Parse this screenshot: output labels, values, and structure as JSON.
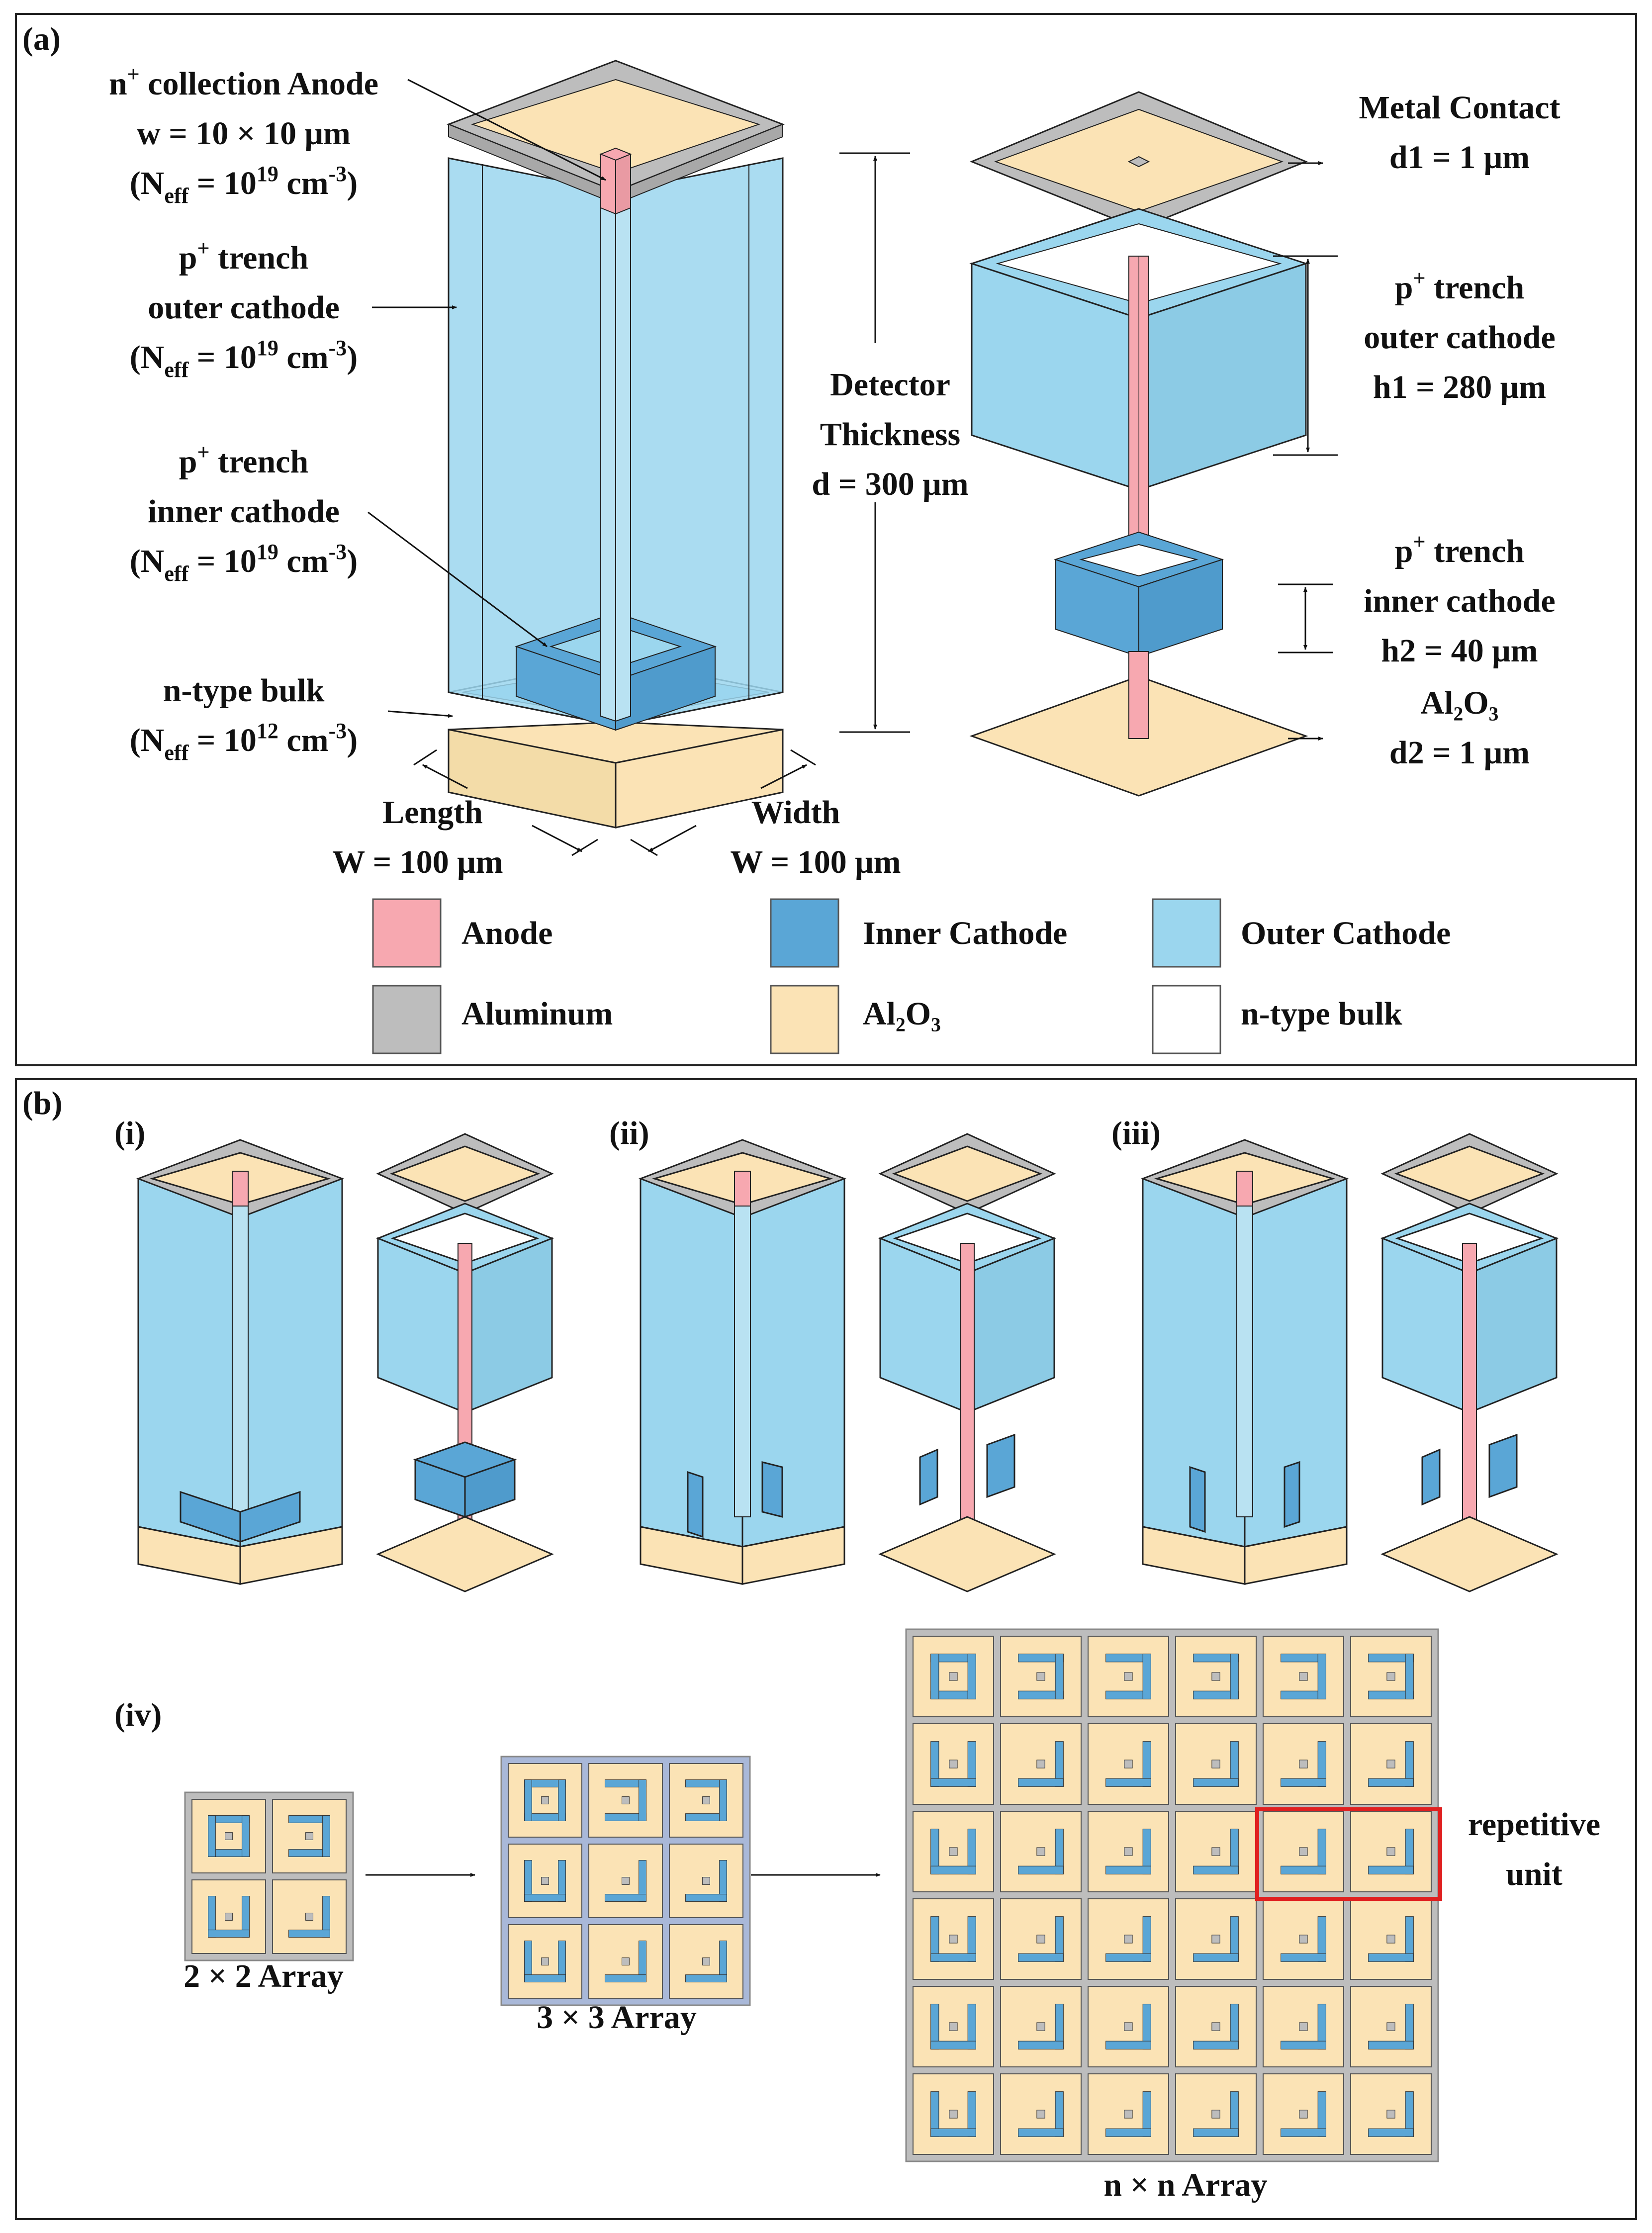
{
  "panel_a": {
    "tag": "(a)",
    "anode": {
      "l1": "n",
      "sup": "+",
      "l1b": " collection Anode",
      "l2": "w = 10 × 10 μm",
      "l3a": "(N",
      "sub": "eff",
      "l3b": " = 10",
      "exp": "19",
      "l3c": " cm",
      "exp2": "-3",
      "l3d": ")"
    },
    "outer": {
      "l1": "p",
      "sup": "+",
      "l1b": " trench",
      "l2": "outer cathode",
      "l3a": "(N",
      "sub": "eff",
      "l3b": " = 10",
      "exp": "19",
      "l3c": " cm",
      "exp2": "-3",
      "l3d": ")"
    },
    "inner": {
      "l1": "p",
      "sup": "+",
      "l1b": " trench",
      "l2": "inner cathode",
      "l3a": "(N",
      "sub": "eff",
      "l3b": " = 10",
      "exp": "19",
      "l3c": " cm",
      "exp2": "-3",
      "l3d": ")"
    },
    "bulk": {
      "l1": "n-type bulk",
      "l3a": "(N",
      "sub": "eff",
      "l3b": " = 10",
      "exp": "12",
      "l3c": " cm",
      "exp2": "-3",
      "l3d": ")"
    },
    "thickness": {
      "l1": "Detector",
      "l2": "Thickness",
      "l3": "d = 300 μm"
    },
    "length": {
      "l1": "Length",
      "l2": "W = 100 μm"
    },
    "width": {
      "l1": "Width",
      "l2": "W = 100 μm"
    },
    "metal": {
      "l1": "Metal Contact",
      "l2": "d1 = 1 μm"
    },
    "outer_r": {
      "l1": "p",
      "sup": "+",
      "l1b": " trench",
      "l2": "outer cathode",
      "l3": "h1 = 280 μm"
    },
    "inner_r": {
      "l1": "p",
      "sup": "+",
      "l1b": " trench",
      "l2": "inner cathode",
      "l3": "h2 = 40 μm"
    },
    "al2o3": {
      "l1": "Al₂O₃",
      "l2": "d2 = 1 μm"
    },
    "legend": [
      {
        "label": "Anode",
        "color": "#f7a8b0"
      },
      {
        "label": "Inner Cathode",
        "color": "#5aa6d6"
      },
      {
        "label": "Outer Cathode",
        "color": "#9bd6ee"
      },
      {
        "label": "Aluminum",
        "color": "#bdbdbd"
      },
      {
        "label": "Al₂O₃",
        "color": "#fbe3b5"
      },
      {
        "label": "n-type bulk",
        "color": "#ffffff"
      }
    ]
  },
  "panel_b": {
    "tag": "(b)",
    "variants": [
      "(i)",
      "(ii)",
      "(iii)",
      "(iv)"
    ],
    "arrays": [
      "2 × 2 Array",
      "3 × 3 Array",
      "n × n Array"
    ],
    "unit": {
      "l1": "repetitive",
      "l2": "unit"
    }
  },
  "colors": {
    "anode": "#f7a8b0",
    "inner": "#5aa6d6",
    "outer": "#9bd6ee",
    "aluminum": "#bdbdbd",
    "al2o3": "#fbe3b5",
    "bulk": "#ffffff",
    "highlight": "#e02020"
  }
}
